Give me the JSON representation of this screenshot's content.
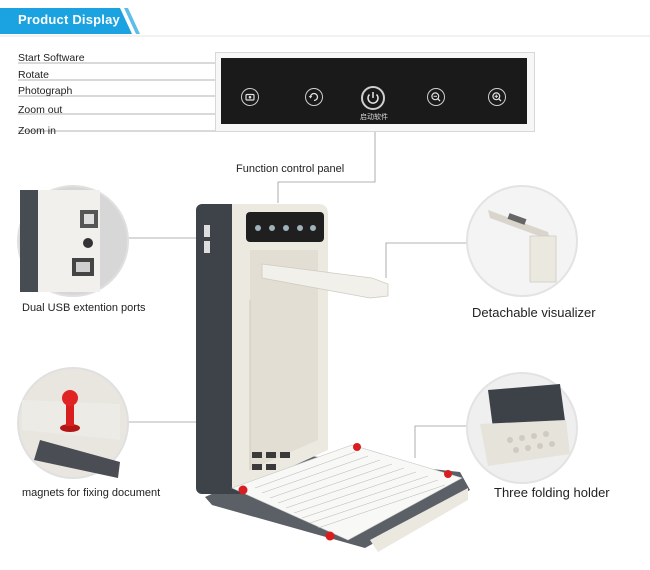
{
  "banner": {
    "title": "Product Display",
    "color": "#1aa3e0"
  },
  "panel_labels": {
    "start": "Start Software",
    "rotate": "Rotate",
    "photo": "Photograph",
    "zoom_out": "Zoom out",
    "zoom_in": "Zoom in"
  },
  "panel": {
    "cn_text": "启动软件",
    "title": "Function control panel"
  },
  "callouts": {
    "usb": "Dual USB extention ports",
    "visualizer": "Detachable visualizer",
    "magnets": "magnets for fixing document",
    "holder": "Three folding holder"
  },
  "icons": [
    "photograph-icon",
    "rotate-icon",
    "power-icon",
    "zoom-out-icon",
    "zoom-in-icon"
  ]
}
